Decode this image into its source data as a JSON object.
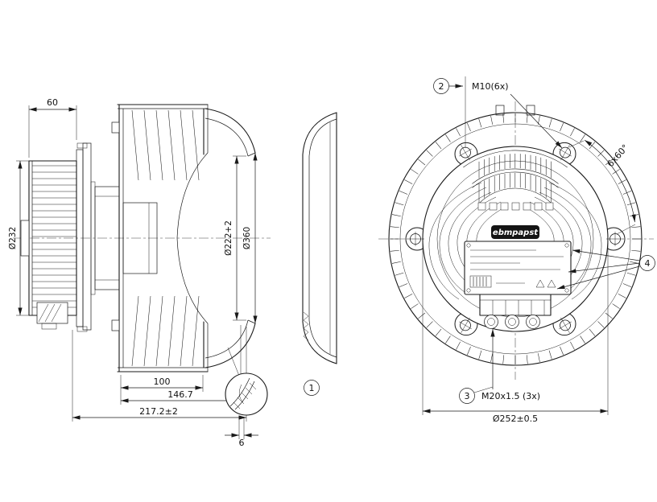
{
  "style": {
    "background": "#ffffff",
    "line_color": "#1a1a1a"
  },
  "side_view": {
    "dim_motor_depth": "60",
    "dim_motor_diameter": "Ø232",
    "dim_inlet_diameter": "Ø222+2",
    "dim_impeller_diameter": "Ø360",
    "dim_depth_100": "100",
    "dim_depth_146_7": "146.7",
    "dim_total_depth": "217.2±2",
    "dim_ring_thickness": "6"
  },
  "inlet_ring_view": {
    "callout": "1"
  },
  "rear_view": {
    "callout_bolt_holes": "2",
    "callout_cable_glands": "3",
    "callout_nameplate": "4",
    "bolt_hole_label": "M10(6x)",
    "bolt_spacing_label": "6x60°",
    "gland_thread_label": "M20x1.5 (3x)",
    "dim_bolt_circle": "Ø252±0.5",
    "brand": "ebmpapst"
  }
}
